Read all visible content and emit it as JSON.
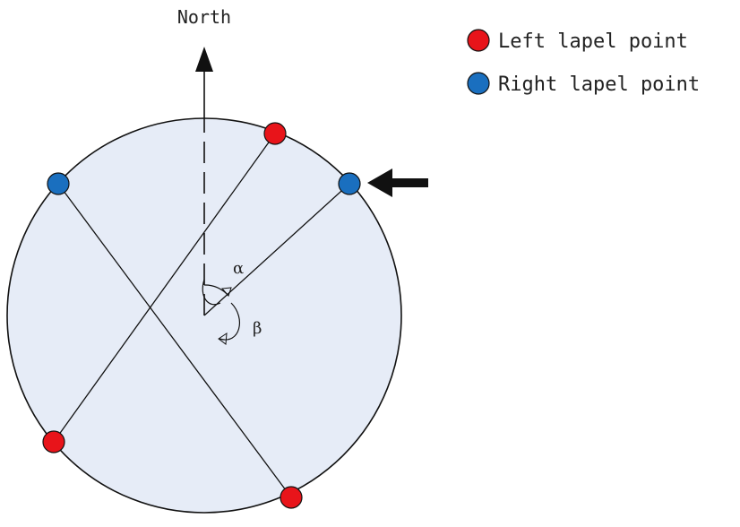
{
  "diagram": {
    "north_label": "North",
    "alpha_label": "α",
    "beta_label": "β",
    "circle_fill": "#e6ecf7",
    "stroke_color": "#111111",
    "left_point_color": "#e8141a",
    "right_point_color": "#1a6fbf"
  },
  "legend": {
    "items": [
      {
        "label": "Left lapel point",
        "color": "#e8141a",
        "icon": "red-circle"
      },
      {
        "label": "Right lapel point",
        "color": "#1a6fbf",
        "icon": "blue-circle"
      }
    ]
  },
  "icons": {
    "indicator": "left-pointing-arrow-icon",
    "north": "up-arrow-icon"
  }
}
